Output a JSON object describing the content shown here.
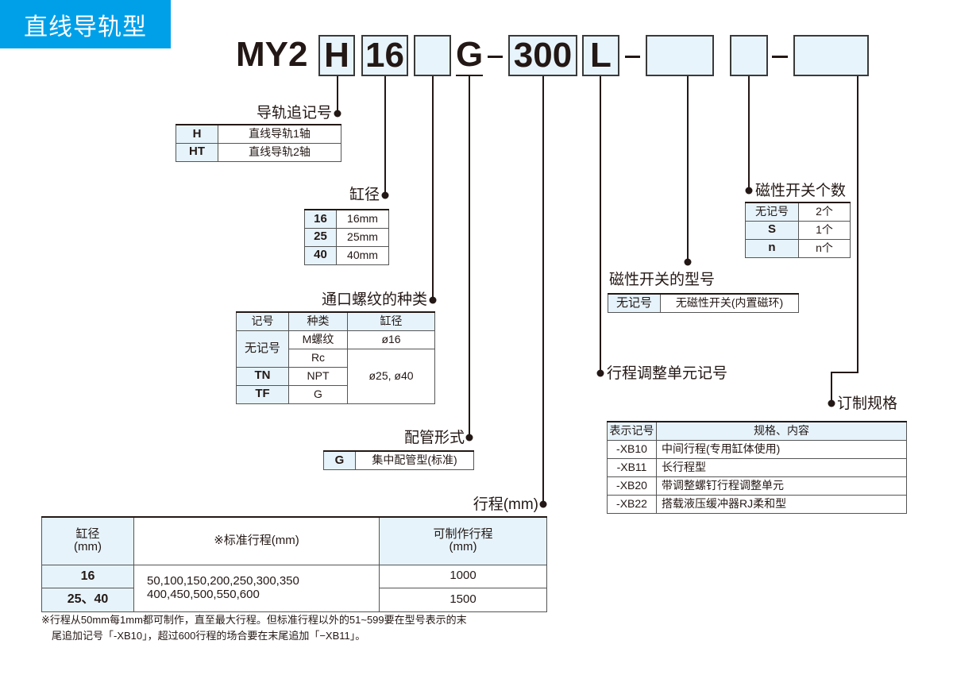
{
  "title": "直线导轨型",
  "model": {
    "prefix": "MY2",
    "guide": "H",
    "bore": "16",
    "port": "",
    "piping": "G",
    "stroke": "300",
    "unit": "L",
    "switch_type": "",
    "switch_qty": "",
    "made_to_order": ""
  },
  "guide_rail": {
    "label": "导轨追记号",
    "rows": [
      [
        "H",
        "直线导轨1轴"
      ],
      [
        "HT",
        "直线导轨2轴"
      ]
    ]
  },
  "bore": {
    "label": "缸径",
    "rows": [
      [
        "16",
        "16mm"
      ],
      [
        "25",
        "25mm"
      ],
      [
        "40",
        "40mm"
      ]
    ]
  },
  "port": {
    "label": "通口螺纹的种类",
    "headers": [
      "记号",
      "种类",
      "缸径"
    ],
    "rows": [
      {
        "code": "无记号",
        "types": [
          "M螺纹",
          "Rc"
        ]
      },
      {
        "code": "TN",
        "types": [
          "NPT"
        ]
      },
      {
        "code": "TF",
        "types": [
          "G"
        ]
      }
    ],
    "bores": [
      "ø16",
      "ø25, ø40"
    ]
  },
  "piping": {
    "label": "配管形式",
    "rows": [
      [
        "G",
        "集中配管型(标准)"
      ]
    ]
  },
  "stroke": {
    "label": "行程(mm)",
    "headers": [
      "缸径\n(mm)",
      "※标准行程(mm)",
      "可制作行程\n(mm)"
    ],
    "bores": [
      "16",
      "25、40"
    ],
    "standard": [
      "50,100,150,200,250,300,350",
      "400,450,500,550,600"
    ],
    "max": [
      "1000",
      "1500"
    ],
    "note": [
      "※行程从50mm每1mm都可制作，直至最大行程。但标准行程以外的51~599要在型号表示的末",
      "尾追加记号「-XB10」，超过600行程的场合要在末尾追加「−XB11」。"
    ]
  },
  "adjust_unit": {
    "label": "行程调整单元记号"
  },
  "switch_type": {
    "label": "磁性开关的型号",
    "rows": [
      [
        "无记号",
        "无磁性开关(内置磁环)"
      ]
    ]
  },
  "switch_qty": {
    "label": "磁性开关个数",
    "rows": [
      [
        "无记号",
        "2个"
      ],
      [
        "S",
        "1个"
      ],
      [
        "n",
        "n个"
      ]
    ]
  },
  "made_to_order": {
    "label": "订制规格",
    "headers": [
      "表示记号",
      "规格、内容"
    ],
    "rows": [
      [
        "-XB10",
        "中间行程(专用缸体使用)"
      ],
      [
        "-XB11",
        "长行程型"
      ],
      [
        "-XB20",
        "带调整螺钉行程调整单元"
      ],
      [
        "-XB22",
        "搭载液压缓冲器RJ柔和型"
      ]
    ]
  }
}
